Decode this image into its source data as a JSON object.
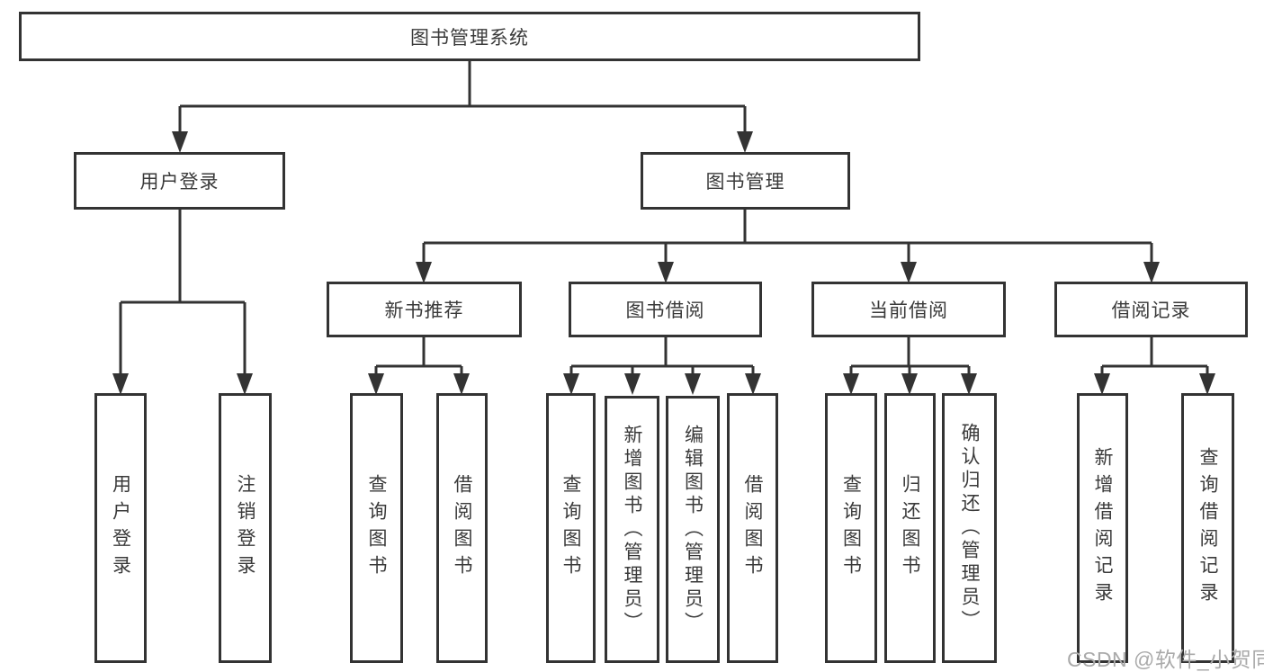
{
  "diagram": {
    "root": {
      "label": "图书管理系统"
    },
    "branches": [
      {
        "label": "用户登录",
        "children": [
          {
            "label": "用户登录"
          },
          {
            "label": "注销登录"
          }
        ]
      },
      {
        "label": "图书管理",
        "children": [
          {
            "label": "新书推荐",
            "children": [
              {
                "label": "查询图书"
              },
              {
                "label": "借阅图书"
              }
            ]
          },
          {
            "label": "图书借阅",
            "children": [
              {
                "label": "查询图书"
              },
              {
                "label": "新增图书（管理员）"
              },
              {
                "label": "编辑图书（管理员）"
              },
              {
                "label": "借阅图书"
              }
            ]
          },
          {
            "label": "当前借阅",
            "children": [
              {
                "label": "查询图书"
              },
              {
                "label": "归还图书"
              },
              {
                "label": "确认归还（管理员）"
              }
            ]
          },
          {
            "label": "借阅记录",
            "children": [
              {
                "label": "新增借阅记录"
              },
              {
                "label": "查询借阅记录"
              }
            ]
          }
        ]
      }
    ],
    "watermark": "CSDN @软件_小贺同学",
    "colors": {
      "line": "#333333",
      "box_border": "#333333",
      "text": "#3a3a3a",
      "watermark": "#aaaaaa",
      "background": "#ffffff"
    }
  }
}
